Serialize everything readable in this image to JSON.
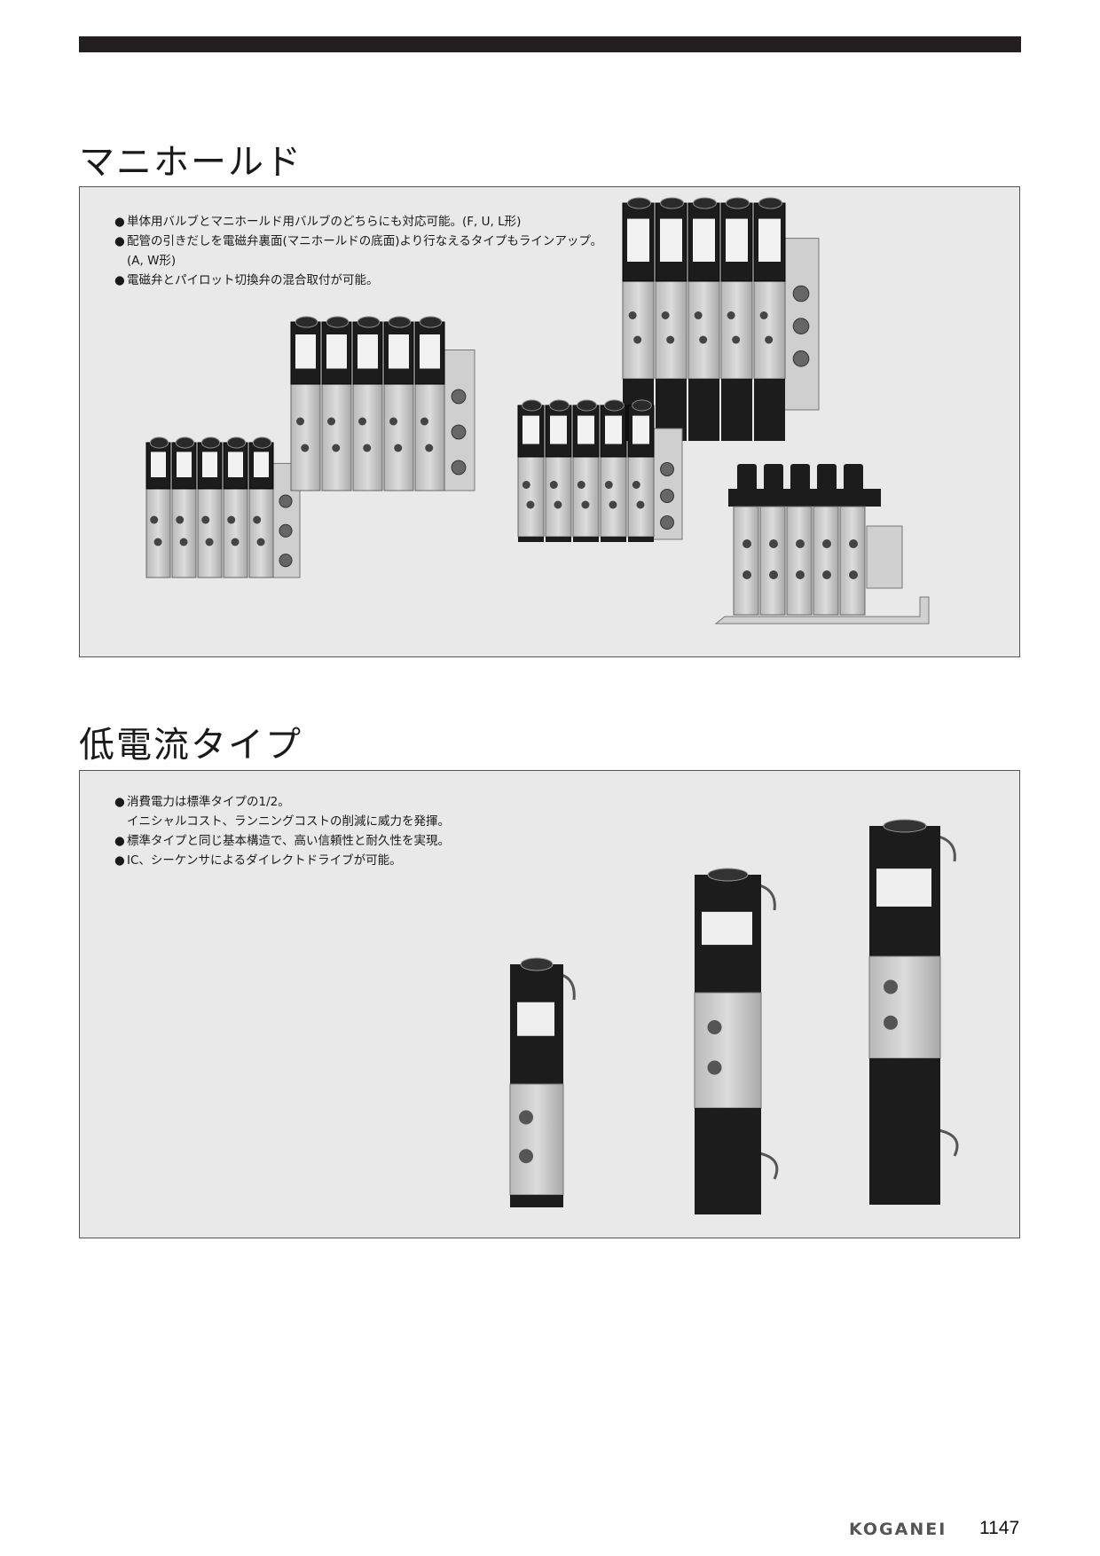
{
  "sections": [
    {
      "title": "マニホールド",
      "bullets": [
        {
          "marker": "●",
          "text": "単体用バルブとマニホールド用バルブのどちらにも対応可能。(F, U, L形)",
          "continuation": ""
        },
        {
          "marker": "●",
          "text": "配管の引きだしを電磁弁裏面(マニホールドの底面)より行なえるタイプもラインアップ。",
          "continuation": "(A, W形)"
        },
        {
          "marker": "●",
          "text": "電磁弁とパイロット切換弁の混合取付が可能。",
          "continuation": ""
        }
      ]
    },
    {
      "title": "低電流タイプ",
      "bullets": [
        {
          "marker": "●",
          "text": "消費電力は標準タイプの1/2。",
          "continuation": "イニシャルコスト、ランニングコストの削減に威力を発揮。"
        },
        {
          "marker": "●",
          "text": "標準タイプと同じ基本構造で、高い信頼性と耐久性を実現。",
          "continuation": ""
        },
        {
          "marker": "●",
          "text": "IC、シーケンサによるダイレクトドライブが可能。",
          "continuation": ""
        }
      ]
    }
  ],
  "footer": {
    "brand": "KOGANEI",
    "page_number": "1147"
  },
  "colors": {
    "panel_bg": "#e9e9e9",
    "valve_black": "#1c1c1c",
    "aluminum": "#c9c9c9",
    "top_bar": "#231f20"
  }
}
